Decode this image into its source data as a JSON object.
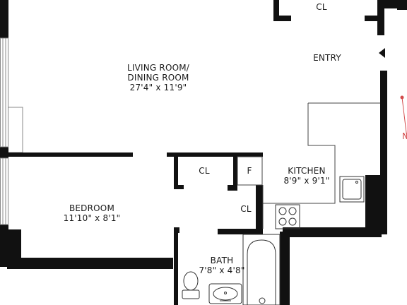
{
  "plan": {
    "living": {
      "name_line1": "LIVING ROOM/",
      "name_line2": "DINING ROOM",
      "dims": "27'4\" x 11'9\""
    },
    "bedroom": {
      "name": "BEDROOM",
      "dims": "11'10\" x 8'1\""
    },
    "kitchen": {
      "name": "KITCHEN",
      "dims": "8'9\" x 9'1\""
    },
    "bath": {
      "name": "BATH",
      "dims": "7'8\" x 4'8\""
    },
    "entry": "ENTRY",
    "closet_top": "CL",
    "closet_bedroom": "CL",
    "closet_hall": "CL",
    "fridge": "F"
  },
  "compass": {
    "letter": "N",
    "color": "#d24b4b"
  },
  "colors": {
    "wall": "#111111",
    "fixture": "#333333",
    "window": "#888888"
  }
}
